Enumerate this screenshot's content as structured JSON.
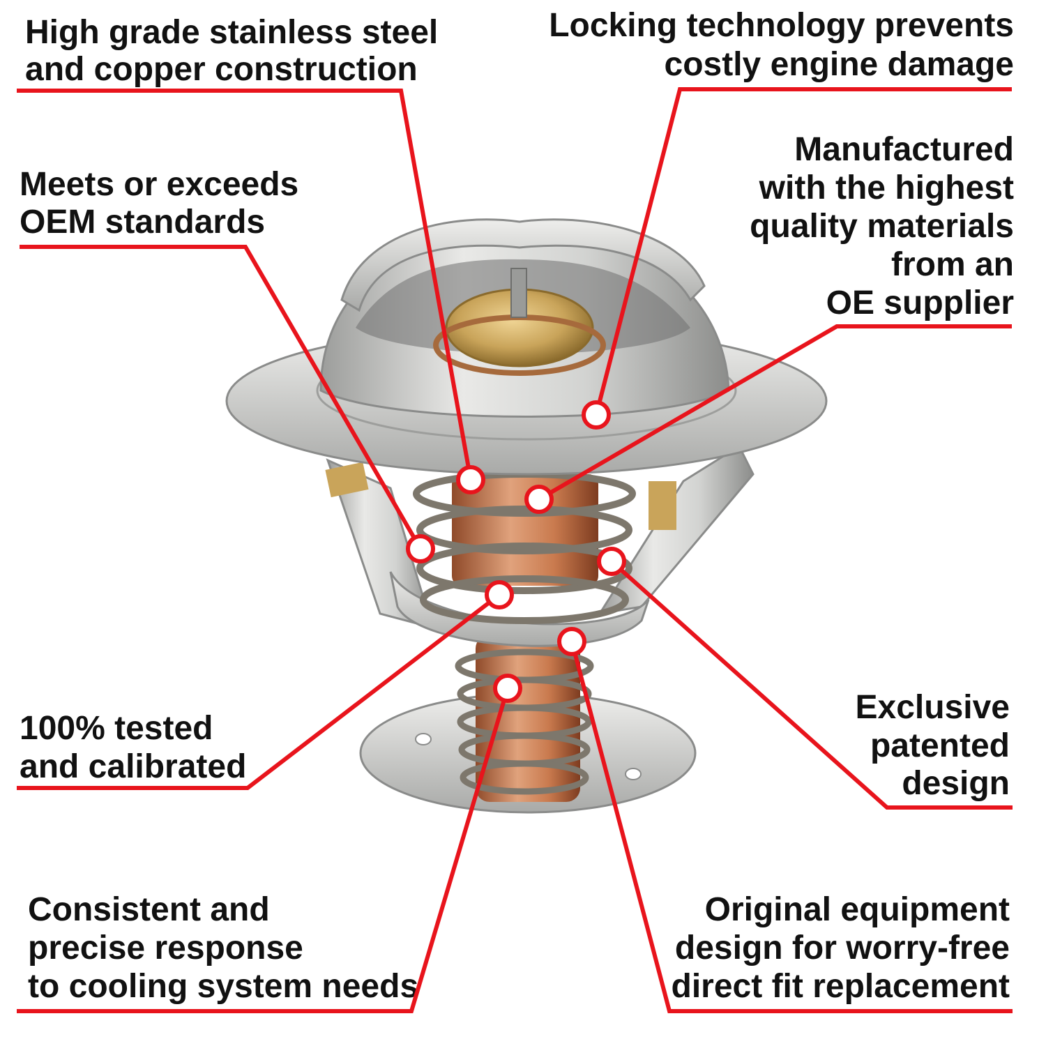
{
  "colors": {
    "accent": "#e8141c",
    "text": "#111111",
    "marker_fill": "#ffffff",
    "steel_light": "#e4e4e2",
    "steel_mid": "#b9bab8",
    "steel_dark": "#8a8b8a",
    "copper": "#c97a4e",
    "copper_dark": "#8f4a2a",
    "brass": "#c9a45a",
    "spring": "#7d776c"
  },
  "product": {
    "name": "thermostat"
  },
  "callouts": [
    {
      "id": "construction",
      "lines": [
        "High grade stainless steel",
        "and copper construction"
      ]
    },
    {
      "id": "locking",
      "lines": [
        "Locking technology prevents",
        "costly engine damage"
      ]
    },
    {
      "id": "oem-standards",
      "lines": [
        "Meets or exceeds",
        "OEM standards"
      ]
    },
    {
      "id": "materials",
      "lines": [
        "Manufactured",
        "with the highest",
        "quality materials",
        "from an",
        "OE supplier"
      ]
    },
    {
      "id": "patented",
      "lines": [
        "Exclusive",
        "patented",
        "design"
      ]
    },
    {
      "id": "tested",
      "lines": [
        "100% tested",
        "and calibrated"
      ]
    },
    {
      "id": "response",
      "lines": [
        "Consistent and",
        "precise response",
        "to cooling system needs"
      ]
    },
    {
      "id": "direct-fit",
      "lines": [
        "Original equipment",
        "design for worry-free",
        "direct fit replacement"
      ]
    }
  ]
}
